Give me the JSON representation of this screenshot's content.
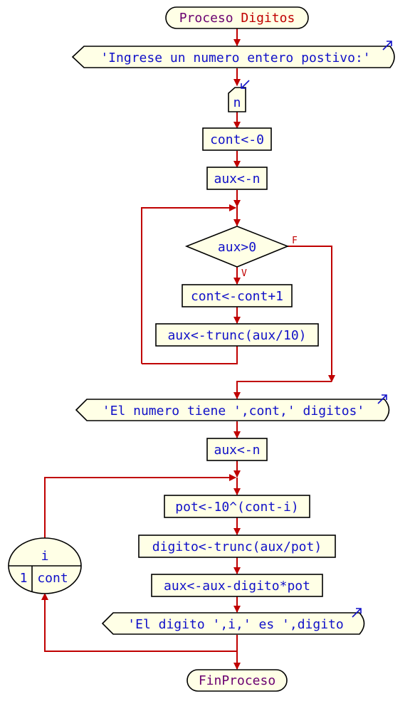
{
  "diagram": {
    "start": {
      "keyword": "Proceso",
      "name": "Digitos"
    },
    "write1": "'Ingrese un numero entero postivo:'",
    "read1": "n",
    "assign_cont": "cont<-0",
    "assign_aux1": "aux<-n",
    "while_cond": "aux>0",
    "label_false": "F",
    "label_true": "V",
    "assign_cont_inc": "cont<-cont+1",
    "assign_aux_trunc": "aux<-trunc(aux/10)",
    "write2": "'El numero tiene ',cont,' digitos'",
    "assign_aux2": "aux<-n",
    "for_var": "i",
    "for_start": "1",
    "for_end": "cont",
    "assign_pot": "pot<-10^(cont-i)",
    "assign_digito": "digito<-trunc(aux/pot)",
    "assign_aux3": "aux<-aux-digito*pot",
    "write3": "'El digito ',i,' es ',digito",
    "end": "FinProceso"
  }
}
